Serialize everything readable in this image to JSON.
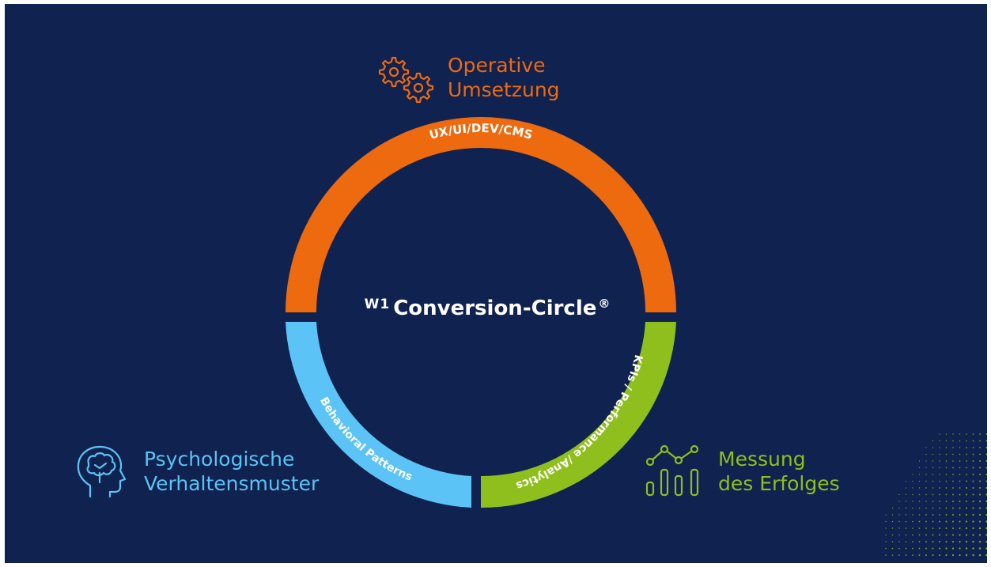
{
  "diagram": {
    "title_brand": "W1",
    "title_name": "Conversion-Circle",
    "title_reg": "®",
    "segments": [
      {
        "id": "top",
        "label": "UX/UI/DEV/CMS",
        "color": "#ee6a0f"
      },
      {
        "id": "left",
        "label": "Behavioral Patterns",
        "color": "#5bc3f5"
      },
      {
        "id": "right",
        "label": "KPIs / Performance /Analytics",
        "color": "#8fbf1c"
      }
    ],
    "outer_labels": {
      "top": {
        "line1": "Operative",
        "line2": "Umsetzung",
        "icon": "gears-icon",
        "color": "#ee6a0f"
      },
      "left": {
        "line1": "Psychologische",
        "line2": "Verhaltensmuster",
        "icon": "head-brain-icon",
        "color": "#5bc3f5"
      },
      "right": {
        "line1": "Messung",
        "line2": "des Erfolges",
        "icon": "bar-line-chart-icon",
        "color": "#8fbf1c"
      }
    },
    "background_color": "#10224f"
  }
}
